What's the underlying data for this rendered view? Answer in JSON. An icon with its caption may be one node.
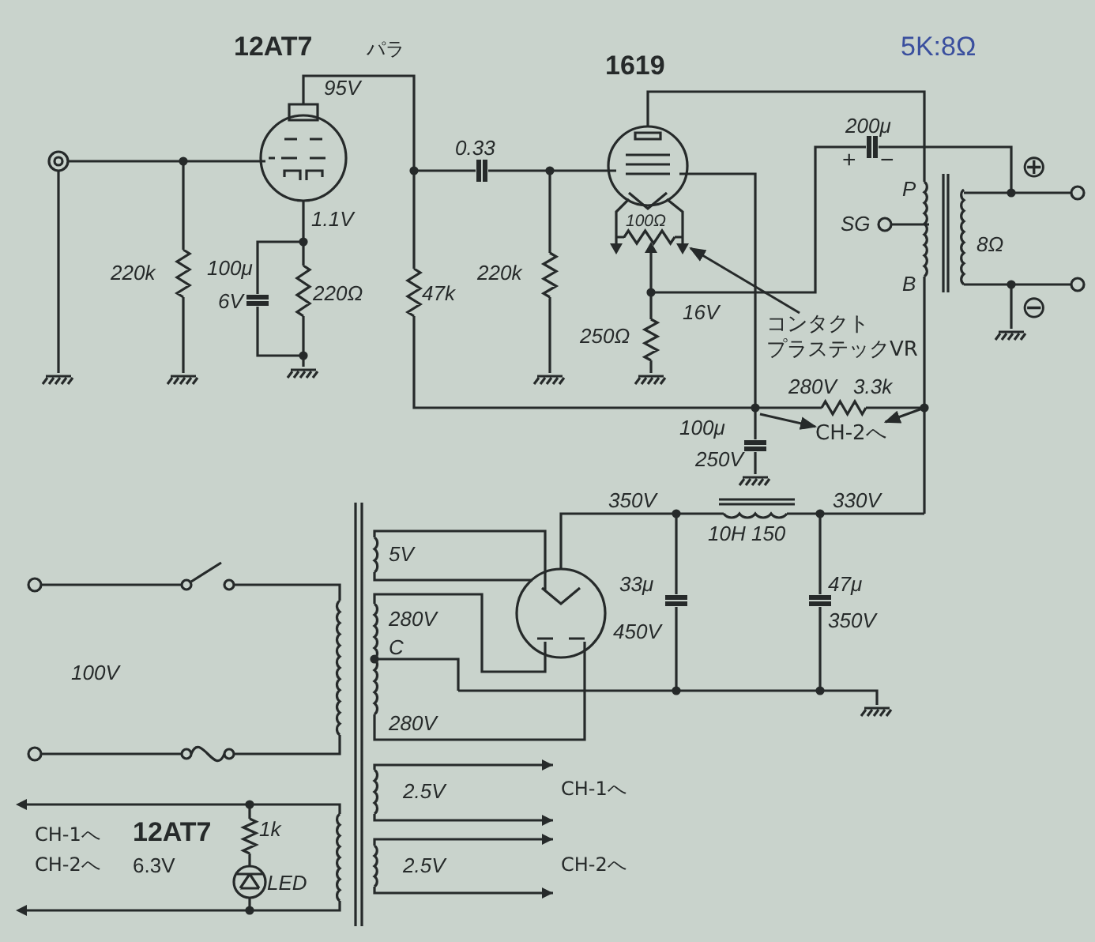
{
  "diagram": {
    "nodes": [
      {
        "text": [
          "CH-2へ"
        ]
      },
      {
        "text": [
          "コンタクト",
          "プラステックVR"
        ]
      }
    ],
    "edges": [
      {
        "from": null,
        "to": 0,
        "arrow": "to"
      },
      {
        "from": null,
        "to": 0,
        "arrow": "to"
      },
      {
        "from": 1,
        "to": null,
        "arrow": "to"
      }
    ],
    "labels": [
      "12AT7",
      "パラ",
      "1619",
      "5K:8Ω",
      "95V",
      "200μ",
      "0.33",
      "+",
      "−",
      "⊕",
      "P",
      "1.1V",
      "100Ω",
      "SG",
      "8Ω",
      "220k",
      "100μ",
      "220Ω",
      "47k",
      "220k",
      "B",
      "6V",
      "16V",
      "⊖",
      "250Ω",
      "280V",
      "3.3k",
      "100μ",
      "250V",
      "350V",
      "330V",
      "10H 150",
      "5V",
      "33μ",
      "47μ",
      "280V",
      "450V",
      "350V",
      "C",
      "100V",
      "280V",
      "2.5V",
      "CH-1へ",
      "CH-1へ",
      "12AT7",
      "1k",
      "CH-2へ",
      "6.3V",
      "LED",
      "2.5V",
      "CH-2へ"
    ]
  }
}
